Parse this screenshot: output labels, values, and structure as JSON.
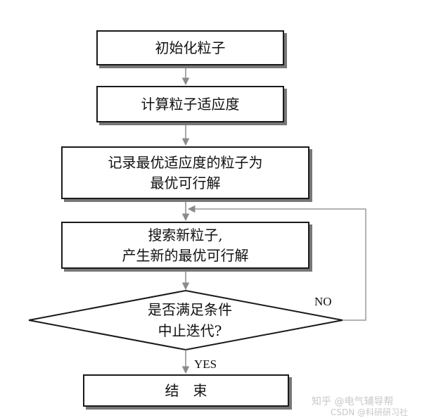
{
  "steps": {
    "init": {
      "label": "初始化粒子"
    },
    "fitness": {
      "label": "计算粒子适应度"
    },
    "record": {
      "line1": "记录最优适应度的粒子为",
      "line2": "最优可行解"
    },
    "search": {
      "line1": "搜索新粒子,",
      "line2": "产生新的最优可行解"
    },
    "decision": {
      "line1": "是否满足条件",
      "line2": "中止迭代?"
    },
    "end": {
      "label": "结　束"
    }
  },
  "edges": {
    "no_label": "NO",
    "yes_label": "YES"
  },
  "watermark": {
    "zhihu": "知乎 @电气辅导帮",
    "csdn": "CSDN @科研研习社"
  },
  "colors": {
    "stroke": "#1a1a1a",
    "shadow": "#777777",
    "arrow": "#8a8a8a",
    "loop_line": "#9a9a9a",
    "watermark": "#c8c8c8"
  }
}
